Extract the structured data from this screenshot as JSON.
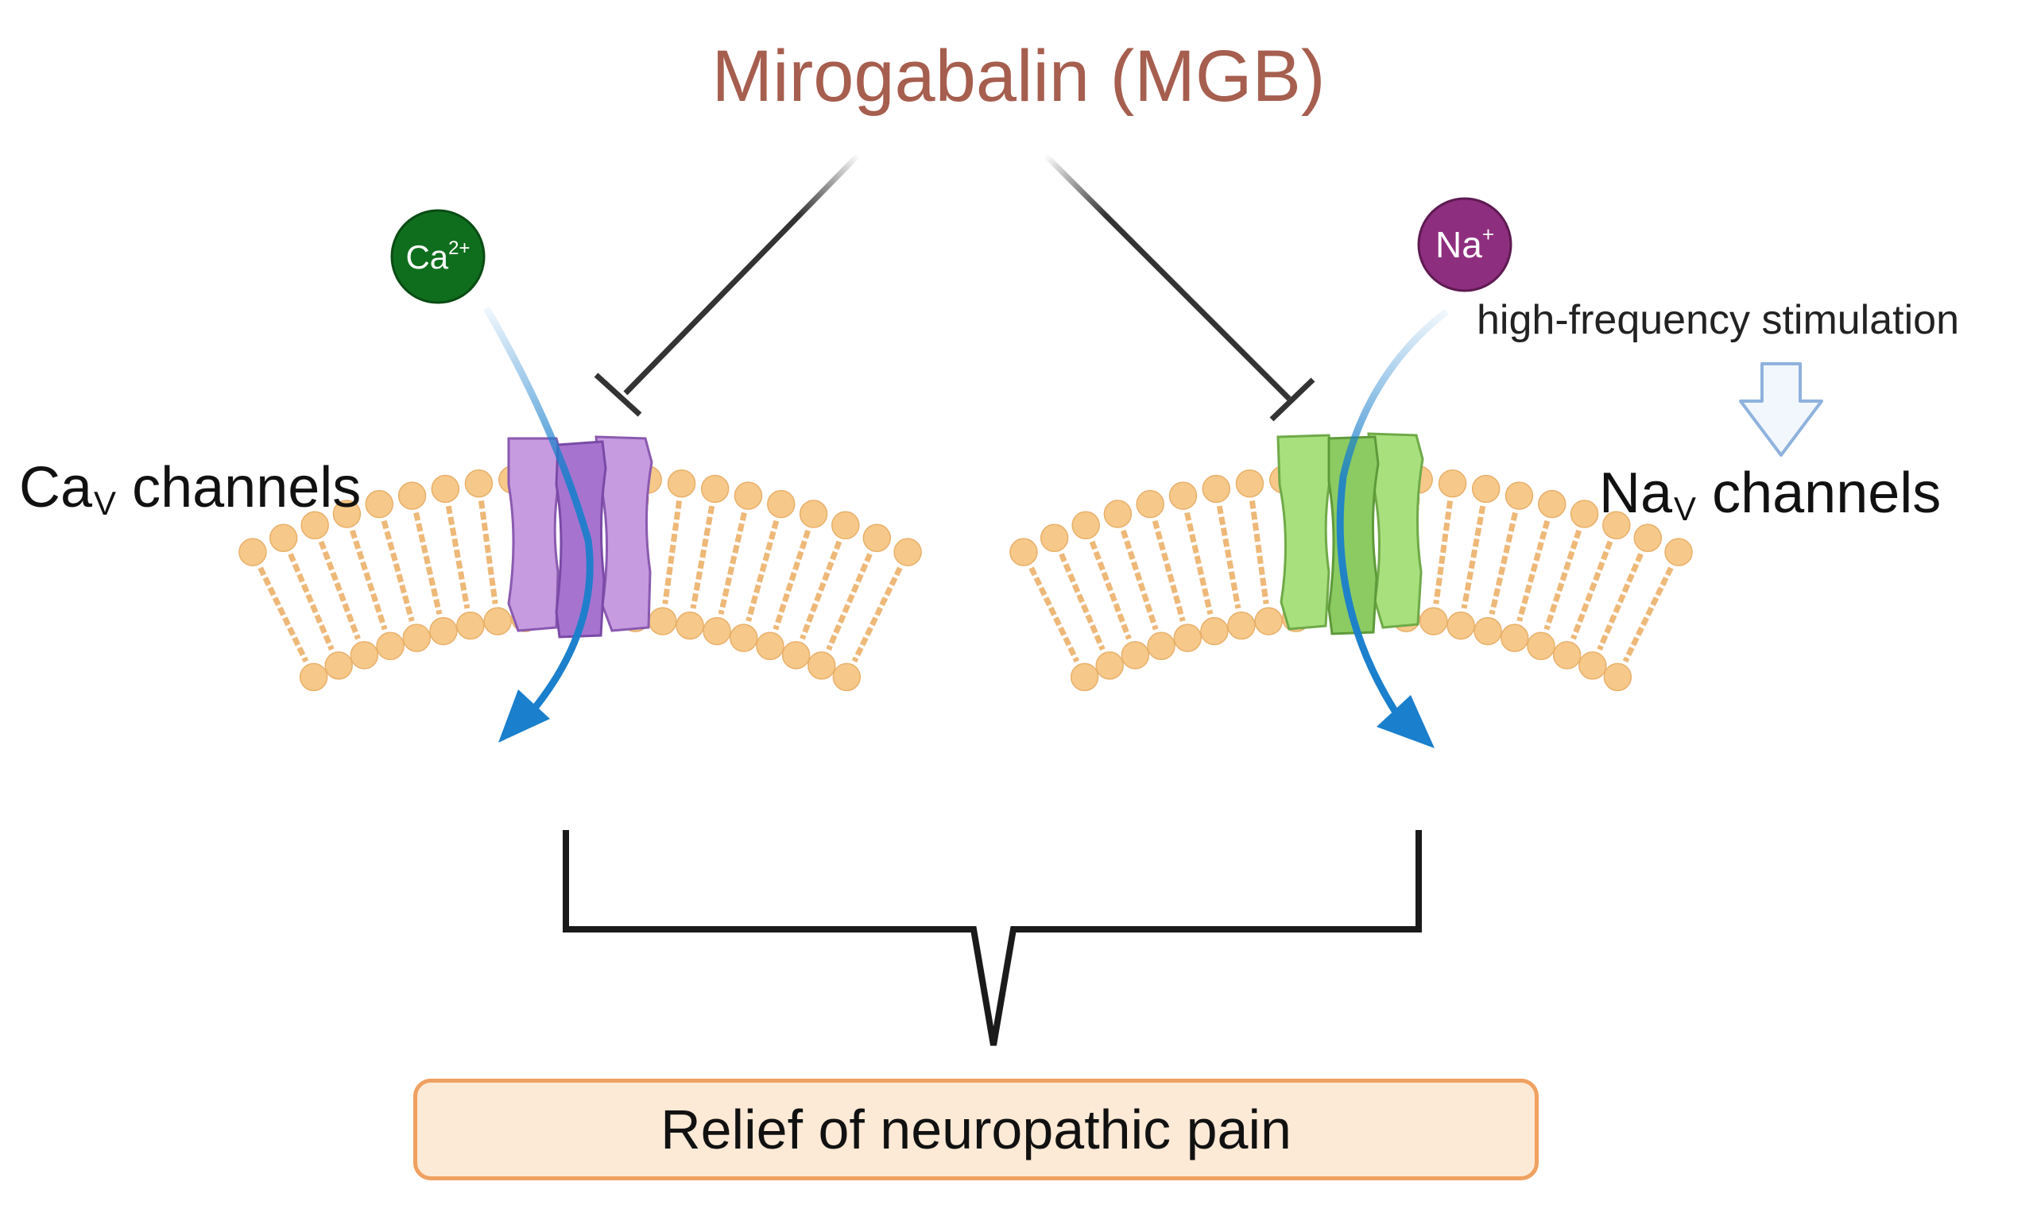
{
  "title": "Mirogabalin (MGB)",
  "left": {
    "label_main": "Ca",
    "label_sub": "V",
    "label_rest": " channels",
    "ion": "Ca",
    "ion_charge": "2+",
    "ion_color": "#0F6E1E",
    "channel_color": "#C79BE0"
  },
  "right": {
    "label_main": "Na",
    "label_sub": "V",
    "label_rest": " channels",
    "ion": "Na",
    "ion_charge": "+",
    "ion_color": "#8E2E7E",
    "channel_color": "#A9E07E",
    "stimulus": "high-frequency stimulation"
  },
  "result": "Relief of neuropathic pain",
  "colors": {
    "title": "#A65E4E",
    "membrane": "#F6C98A",
    "flow_arrow": "#1A7FCC",
    "result_fill": "#FCE9D6",
    "result_border": "#F0A060"
  }
}
